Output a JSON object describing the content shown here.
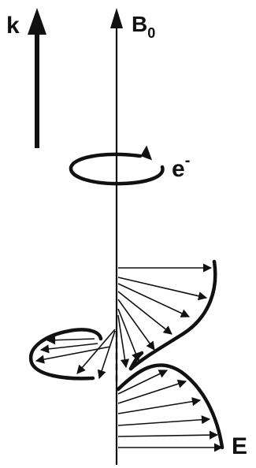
{
  "labels": {
    "k": "k",
    "b": "B",
    "b_sub": "0",
    "electron": "e",
    "electron_sup": "-",
    "e_field": "E"
  },
  "colors": {
    "ink": "#111111",
    "background": "#ffffff"
  }
}
